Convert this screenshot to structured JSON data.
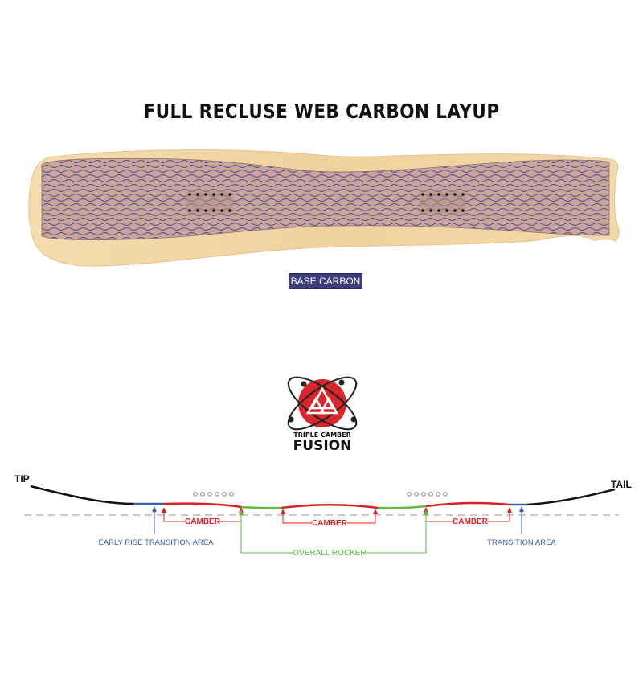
{
  "title": "FULL RECLUSE WEB CARBON LAYUP",
  "base_label": "BASE CARBON",
  "logo": {
    "line1": "TRIPLE CAMBER",
    "line2": "FUSION",
    "icon": "atom-triangles-logo"
  },
  "profile": {
    "tip_label": "TIP",
    "tail_label": "TAIL",
    "camber_left": "CAMBER",
    "camber_center": "CAMBER",
    "camber_right": "CAMBER",
    "early_rise": "EARLY RISE TRANSITION AREA",
    "transition": "TRANSITION AREA",
    "overall_rocker": "OVERALL ROCKER"
  },
  "colors": {
    "camber": "#e02020",
    "rocker": "#5cbd3c",
    "transition": "#3a5fb0",
    "carbon": "#4d4d8a",
    "wood": "#f2d6a6"
  }
}
